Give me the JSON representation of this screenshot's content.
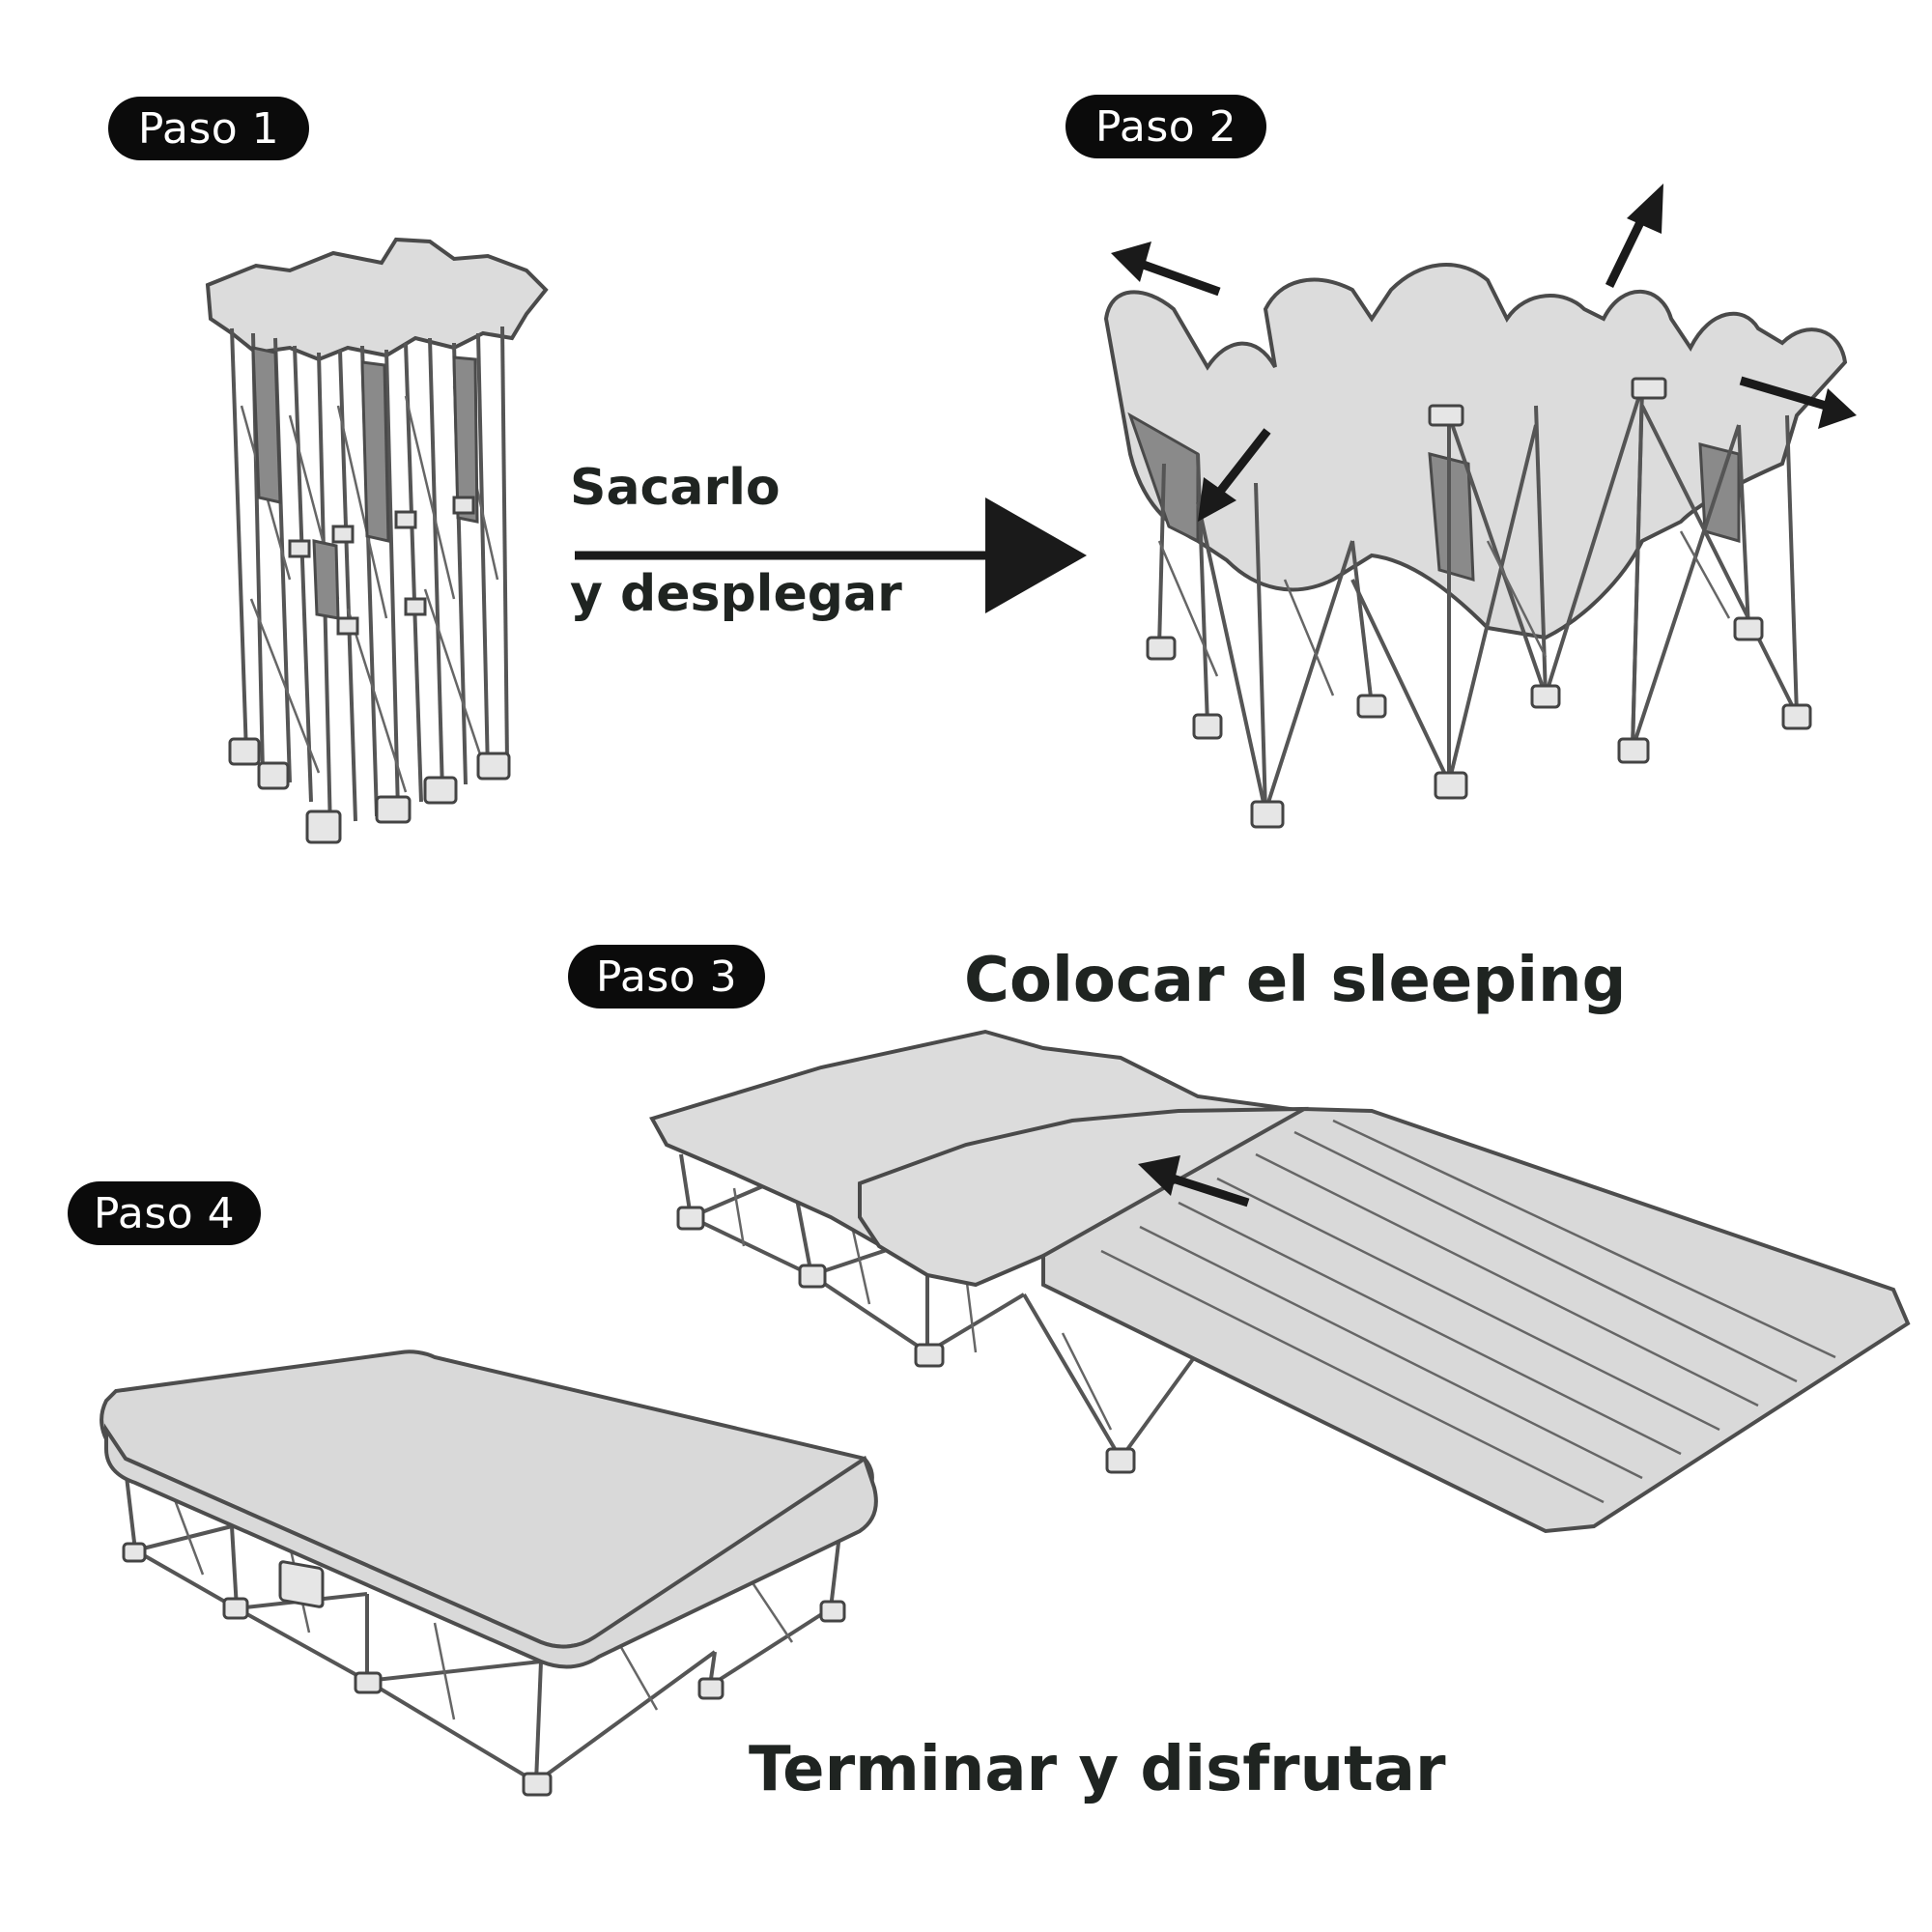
{
  "steps": [
    {
      "label": "Paso 1"
    },
    {
      "label": "Paso 2"
    },
    {
      "label": "Paso 3"
    },
    {
      "label": "Paso 4"
    }
  ],
  "captions": {
    "step1_line1": "Sacarlo",
    "step1_line2": "y desplegar",
    "step3": "Colocar el sleeping",
    "step4": "Terminar y disfrutar"
  }
}
